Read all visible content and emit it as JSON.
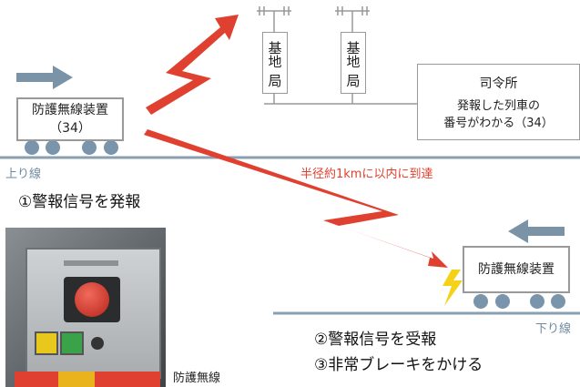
{
  "train_up": {
    "line1": "防護無線装置",
    "line2": "（34）"
  },
  "line_up_label": "上り線",
  "station1": [
    "基",
    "地",
    "局"
  ],
  "station2": [
    "基",
    "地",
    "局"
  ],
  "hq": {
    "title": "司令所",
    "line1": "発報した列車の",
    "line2": "番号がわかる（34）"
  },
  "range_label": "半径約1kmに以内に到達",
  "step1": "①警報信号を発報",
  "train_down": {
    "label": "防護無線装置"
  },
  "line_down_label": "下り線",
  "step2": "②警報信号を受報",
  "step3": "③非常ブレーキをかける",
  "photo_caption": "防護無線",
  "colors": {
    "track": "#8aa0b0",
    "arrow": "#7b93a6",
    "wheel": "#7a94ab",
    "signal": "#e0402f",
    "range_text": "#e0402f"
  }
}
